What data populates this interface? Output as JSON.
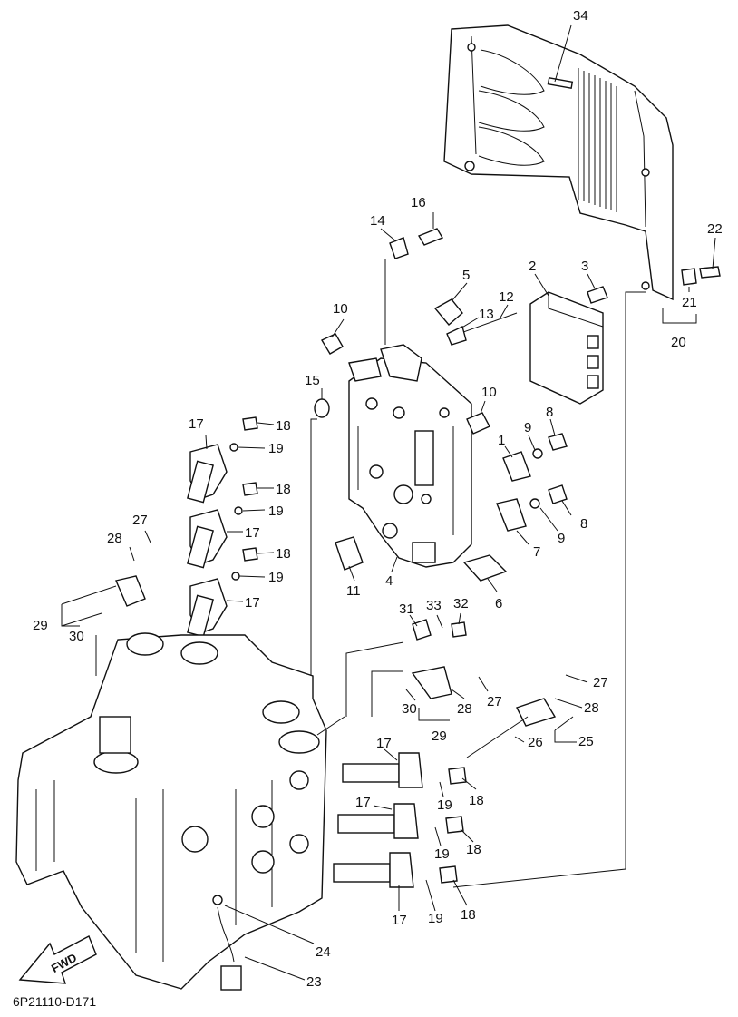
{
  "diagram": {
    "code": "6P21110-D171",
    "fwd_label": "FWD",
    "callouts": [
      {
        "id": "c34",
        "text": "34"
      },
      {
        "id": "c22",
        "text": "22"
      },
      {
        "id": "c21",
        "text": "21"
      },
      {
        "id": "c20",
        "text": "20"
      },
      {
        "id": "c16",
        "text": "16"
      },
      {
        "id": "c14",
        "text": "14"
      },
      {
        "id": "c5",
        "text": "5"
      },
      {
        "id": "c2",
        "text": "2"
      },
      {
        "id": "c3",
        "text": "3"
      },
      {
        "id": "c12",
        "text": "12"
      },
      {
        "id": "c13",
        "text": "13"
      },
      {
        "id": "c10a",
        "text": "10"
      },
      {
        "id": "c10b",
        "text": "10"
      },
      {
        "id": "c15",
        "text": "15"
      },
      {
        "id": "c8a",
        "text": "8"
      },
      {
        "id": "c9a",
        "text": "9"
      },
      {
        "id": "c1",
        "text": "1"
      },
      {
        "id": "c8b",
        "text": "8"
      },
      {
        "id": "c9b",
        "text": "9"
      },
      {
        "id": "c7",
        "text": "7"
      },
      {
        "id": "c6",
        "text": "6"
      },
      {
        "id": "c4",
        "text": "4"
      },
      {
        "id": "c11",
        "text": "11"
      },
      {
        "id": "c17a",
        "text": "17"
      },
      {
        "id": "c18a",
        "text": "18"
      },
      {
        "id": "c19a",
        "text": "19"
      },
      {
        "id": "c18b",
        "text": "18"
      },
      {
        "id": "c19b",
        "text": "19"
      },
      {
        "id": "c17b",
        "text": "17"
      },
      {
        "id": "c18c",
        "text": "18"
      },
      {
        "id": "c19c",
        "text": "19"
      },
      {
        "id": "c17c",
        "text": "17"
      },
      {
        "id": "c27a",
        "text": "27"
      },
      {
        "id": "c28a",
        "text": "28"
      },
      {
        "id": "c29a",
        "text": "29"
      },
      {
        "id": "c30a",
        "text": "30"
      },
      {
        "id": "c31",
        "text": "31"
      },
      {
        "id": "c33",
        "text": "33"
      },
      {
        "id": "c32",
        "text": "32"
      },
      {
        "id": "c30b",
        "text": "30"
      },
      {
        "id": "c28b",
        "text": "28"
      },
      {
        "id": "c27b",
        "text": "27"
      },
      {
        "id": "c29b",
        "text": "29"
      },
      {
        "id": "c27c",
        "text": "27"
      },
      {
        "id": "c28c",
        "text": "28"
      },
      {
        "id": "c26",
        "text": "26"
      },
      {
        "id": "c25",
        "text": "25"
      },
      {
        "id": "c17d",
        "text": "17"
      },
      {
        "id": "c19d",
        "text": "19"
      },
      {
        "id": "c18d",
        "text": "18"
      },
      {
        "id": "c17e",
        "text": "17"
      },
      {
        "id": "c19e",
        "text": "19"
      },
      {
        "id": "c18e",
        "text": "18"
      },
      {
        "id": "c17f",
        "text": "17"
      },
      {
        "id": "c19f",
        "text": "19"
      },
      {
        "id": "c18f",
        "text": "18"
      },
      {
        "id": "c24",
        "text": "24"
      },
      {
        "id": "c23",
        "text": "23"
      }
    ]
  }
}
